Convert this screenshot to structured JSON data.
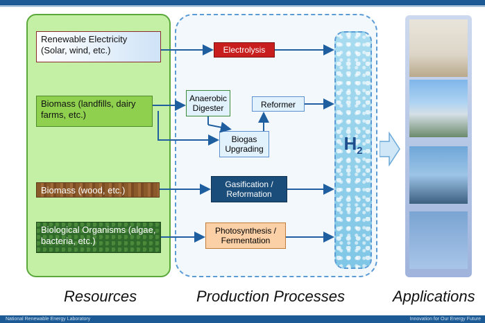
{
  "resources": {
    "electricity": "Renewable Electricity\n(Solar, wind, etc.)",
    "biomass_landfill": "Biomass (landfills, dairy farms, etc.)",
    "biomass_wood": "Biomass (wood, etc.)",
    "biological": "Biological Organisms (algae, bacteria, etc.)"
  },
  "processes": {
    "electrolysis": "Electrolysis",
    "anaerobic": "Anaerobic Digester",
    "reformer": "Reformer",
    "biogas": "Biogas Upgrading",
    "gasification": "Gasification / Reformation",
    "photosynthesis": "Photosynthesis / Fermentation"
  },
  "hydrogen": {
    "symbol": "H",
    "subscript": "2"
  },
  "labels": {
    "resources": "Resources",
    "production": "Production Processes",
    "applications": "Applications"
  },
  "footer": {
    "left": "National Renewable Energy Laboratory",
    "right": "Innovation for Our Energy Future"
  },
  "colors": {
    "accent": "#1b5a95",
    "electrolysis": "#c81e1e",
    "gasification": "#1a4d7a",
    "photosynthesis": "#fbd0a6",
    "resource_panel": "#c4f0a6"
  }
}
